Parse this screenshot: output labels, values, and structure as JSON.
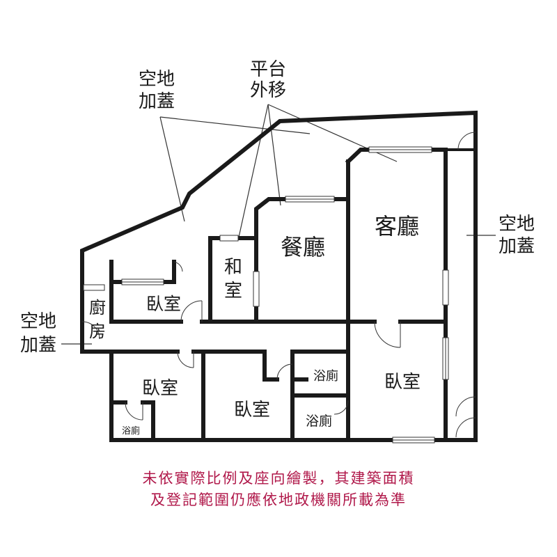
{
  "plan": {
    "labels": {
      "platform_shift": [
        "平台",
        "外移"
      ],
      "open_top_left": [
        "空地",
        "加蓋"
      ],
      "open_right": [
        "空地",
        "加蓋"
      ],
      "open_left": [
        "空地",
        "加蓋"
      ],
      "living_room": "客廳",
      "dining_room": "餐廳",
      "japanese_room": [
        "和",
        "室"
      ],
      "kitchen": [
        "廚",
        "房"
      ],
      "bedroom_top": "臥室",
      "bedroom_left": "臥室",
      "bedroom_middle": "臥室",
      "bedroom_right": "臥室",
      "bath_center": "浴廁",
      "bath_lower": "浴廁",
      "bath_small": "浴廁"
    }
  },
  "disclaimer": {
    "line1": "未依實際比例及座向繪製，其建築面積",
    "line2": "及登記範圍仍應依地政機關所載為準"
  },
  "colors": {
    "wall": "#1a1a1a",
    "note": "#b0184a"
  }
}
